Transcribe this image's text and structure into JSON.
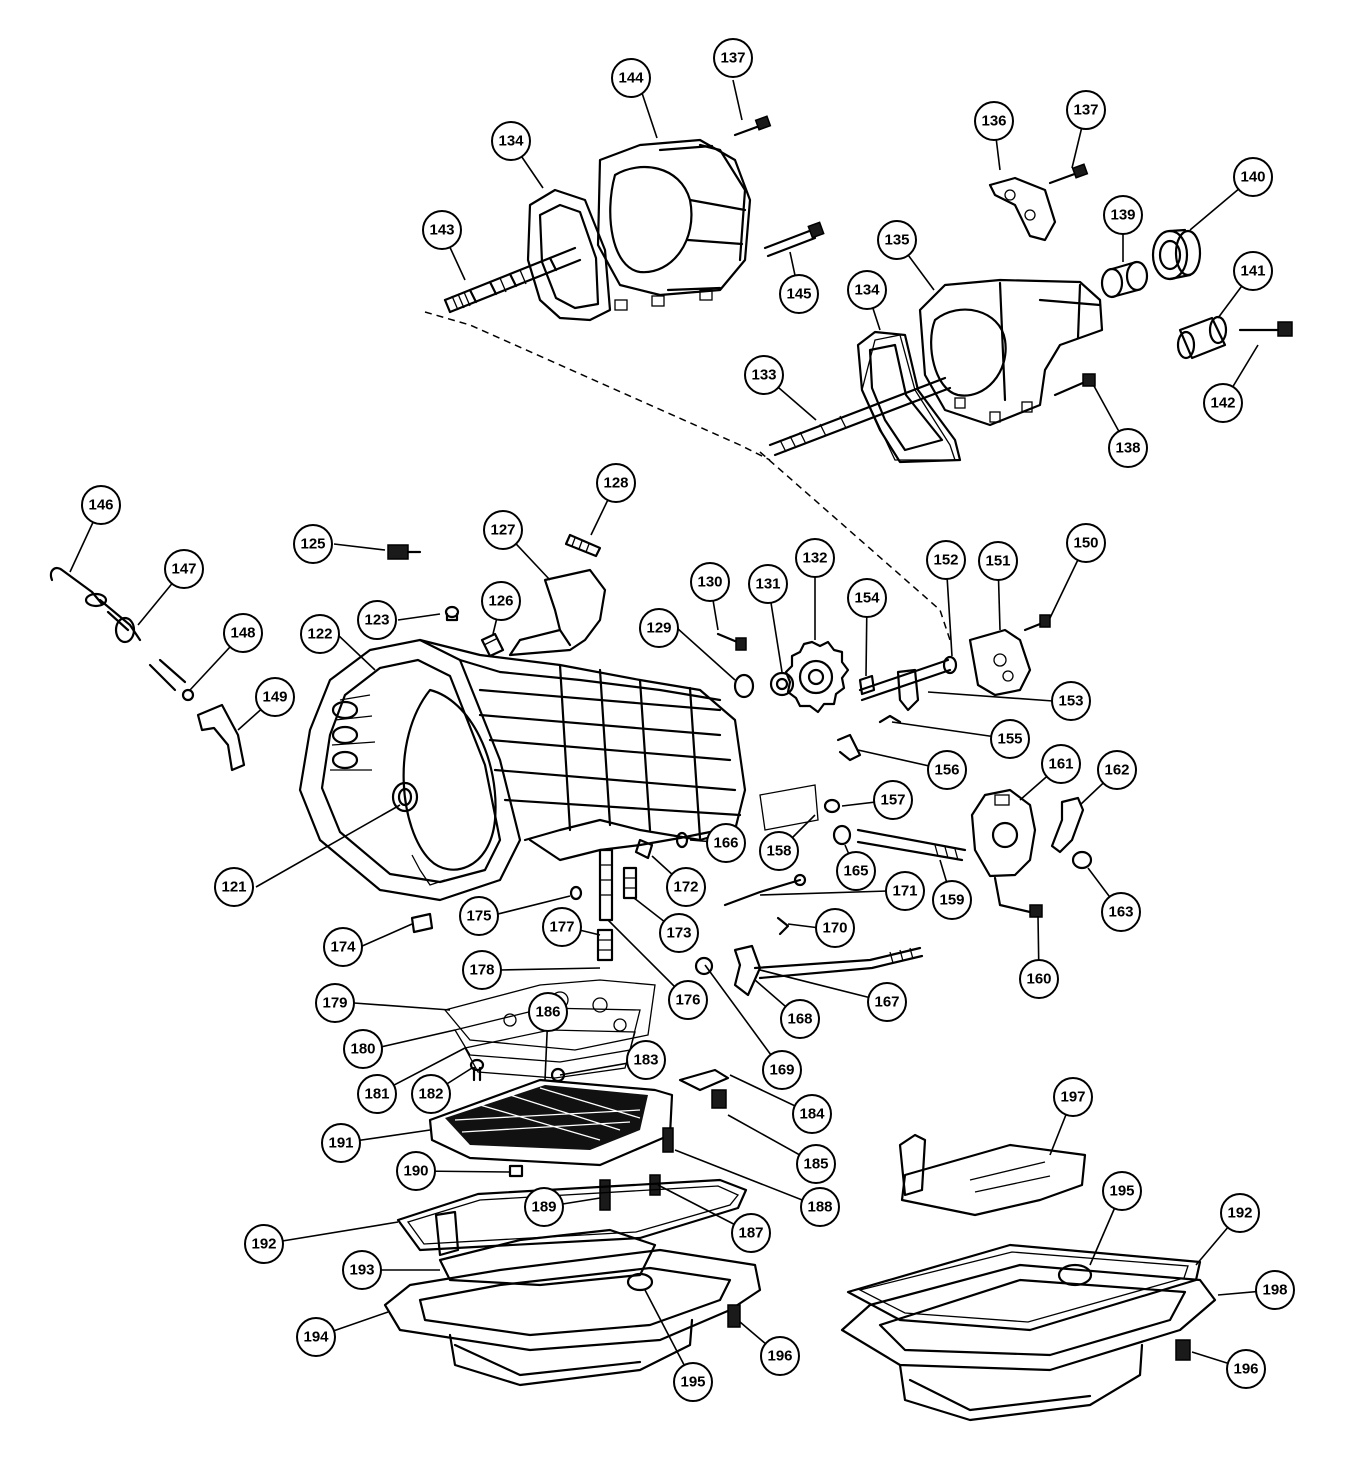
{
  "callouts": [
    {
      "id": "c137a",
      "label": "137"
    },
    {
      "id": "c144",
      "label": "144"
    },
    {
      "id": "c134a",
      "label": "134"
    },
    {
      "id": "c143",
      "label": "143"
    },
    {
      "id": "c145",
      "label": "145"
    },
    {
      "id": "c136",
      "label": "136"
    },
    {
      "id": "c137b",
      "label": "137"
    },
    {
      "id": "c140",
      "label": "140"
    },
    {
      "id": "c139",
      "label": "139"
    },
    {
      "id": "c135",
      "label": "135"
    },
    {
      "id": "c134b",
      "label": "134"
    },
    {
      "id": "c141",
      "label": "141"
    },
    {
      "id": "c142",
      "label": "142"
    },
    {
      "id": "c133",
      "label": "133"
    },
    {
      "id": "c138",
      "label": "138"
    },
    {
      "id": "c146",
      "label": "146"
    },
    {
      "id": "c147",
      "label": "147"
    },
    {
      "id": "c148",
      "label": "148"
    },
    {
      "id": "c149",
      "label": "149"
    },
    {
      "id": "c128",
      "label": "128"
    },
    {
      "id": "c125",
      "label": "125"
    },
    {
      "id": "c127",
      "label": "127"
    },
    {
      "id": "c123",
      "label": "123"
    },
    {
      "id": "c126",
      "label": "126"
    },
    {
      "id": "c122",
      "label": "122"
    },
    {
      "id": "c130",
      "label": "130"
    },
    {
      "id": "c131",
      "label": "131"
    },
    {
      "id": "c132",
      "label": "132"
    },
    {
      "id": "c129",
      "label": "129"
    },
    {
      "id": "c152",
      "label": "152"
    },
    {
      "id": "c151",
      "label": "151"
    },
    {
      "id": "c150",
      "label": "150"
    },
    {
      "id": "c154",
      "label": "154"
    },
    {
      "id": "c153",
      "label": "153"
    },
    {
      "id": "c155",
      "label": "155"
    },
    {
      "id": "c156",
      "label": "156"
    },
    {
      "id": "c161",
      "label": "161"
    },
    {
      "id": "c162",
      "label": "162"
    },
    {
      "id": "c157",
      "label": "157"
    },
    {
      "id": "c166",
      "label": "166"
    },
    {
      "id": "c158",
      "label": "158"
    },
    {
      "id": "c165",
      "label": "165"
    },
    {
      "id": "c159",
      "label": "159"
    },
    {
      "id": "c163",
      "label": "163"
    },
    {
      "id": "c121",
      "label": "121"
    },
    {
      "id": "c172",
      "label": "172"
    },
    {
      "id": "c171",
      "label": "171"
    },
    {
      "id": "c175",
      "label": "175"
    },
    {
      "id": "c173",
      "label": "173"
    },
    {
      "id": "c170",
      "label": "170"
    },
    {
      "id": "c177",
      "label": "177"
    },
    {
      "id": "c174",
      "label": "174"
    },
    {
      "id": "c160",
      "label": "160"
    },
    {
      "id": "c178",
      "label": "178"
    },
    {
      "id": "c176",
      "label": "176"
    },
    {
      "id": "c167",
      "label": "167"
    },
    {
      "id": "c168",
      "label": "168"
    },
    {
      "id": "c179",
      "label": "179"
    },
    {
      "id": "c186",
      "label": "186"
    },
    {
      "id": "c180",
      "label": "180"
    },
    {
      "id": "c183",
      "label": "183"
    },
    {
      "id": "c169",
      "label": "169"
    },
    {
      "id": "c181",
      "label": "181"
    },
    {
      "id": "c182",
      "label": "182"
    },
    {
      "id": "c184",
      "label": "184"
    },
    {
      "id": "c197",
      "label": "197"
    },
    {
      "id": "c191",
      "label": "191"
    },
    {
      "id": "c185a",
      "label": "185"
    },
    {
      "id": "c190",
      "label": "190"
    },
    {
      "id": "c195a",
      "label": "195"
    },
    {
      "id": "c189",
      "label": "189"
    },
    {
      "id": "c188",
      "label": "188"
    },
    {
      "id": "c192a",
      "label": "192"
    },
    {
      "id": "c187",
      "label": "187"
    },
    {
      "id": "c192b",
      "label": "192"
    },
    {
      "id": "c198",
      "label": "198"
    },
    {
      "id": "c193",
      "label": "193"
    },
    {
      "id": "c194",
      "label": "194"
    },
    {
      "id": "c196a",
      "label": "196"
    },
    {
      "id": "c195b",
      "label": "195"
    },
    {
      "id": "c196b",
      "label": "196"
    }
  ]
}
